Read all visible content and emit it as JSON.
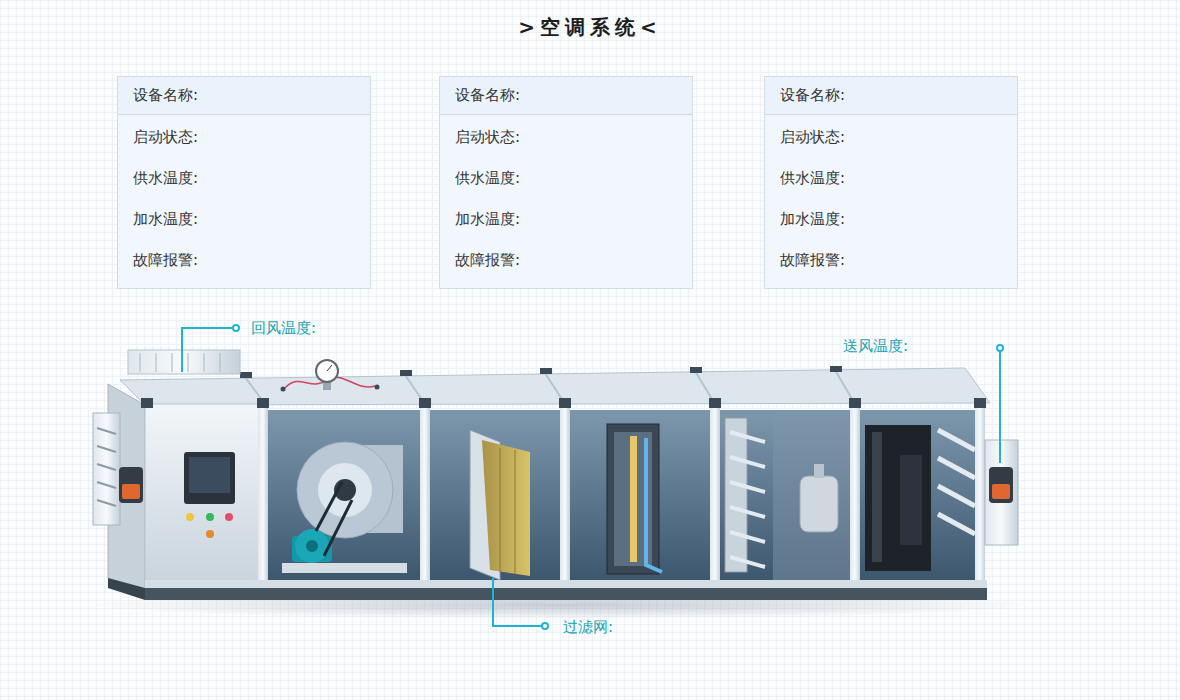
{
  "diagram": {
    "title": ">空调系统<",
    "nodes": [
      {
        "text": [
          "设备名称:",
          "启动状态:",
          "供水温度:",
          "加水温度:",
          "故障报警:"
        ]
      },
      {
        "text": [
          "设备名称:",
          "启动状态:",
          "供水温度:",
          "加水温度:",
          "故障报警:"
        ]
      },
      {
        "text": [
          "设备名称:",
          "启动状态:",
          "供水温度:",
          "加水温度:",
          "故障报警:"
        ]
      }
    ],
    "labels": [
      "回风温度:",
      "送风温度:",
      "过滤网:"
    ]
  }
}
